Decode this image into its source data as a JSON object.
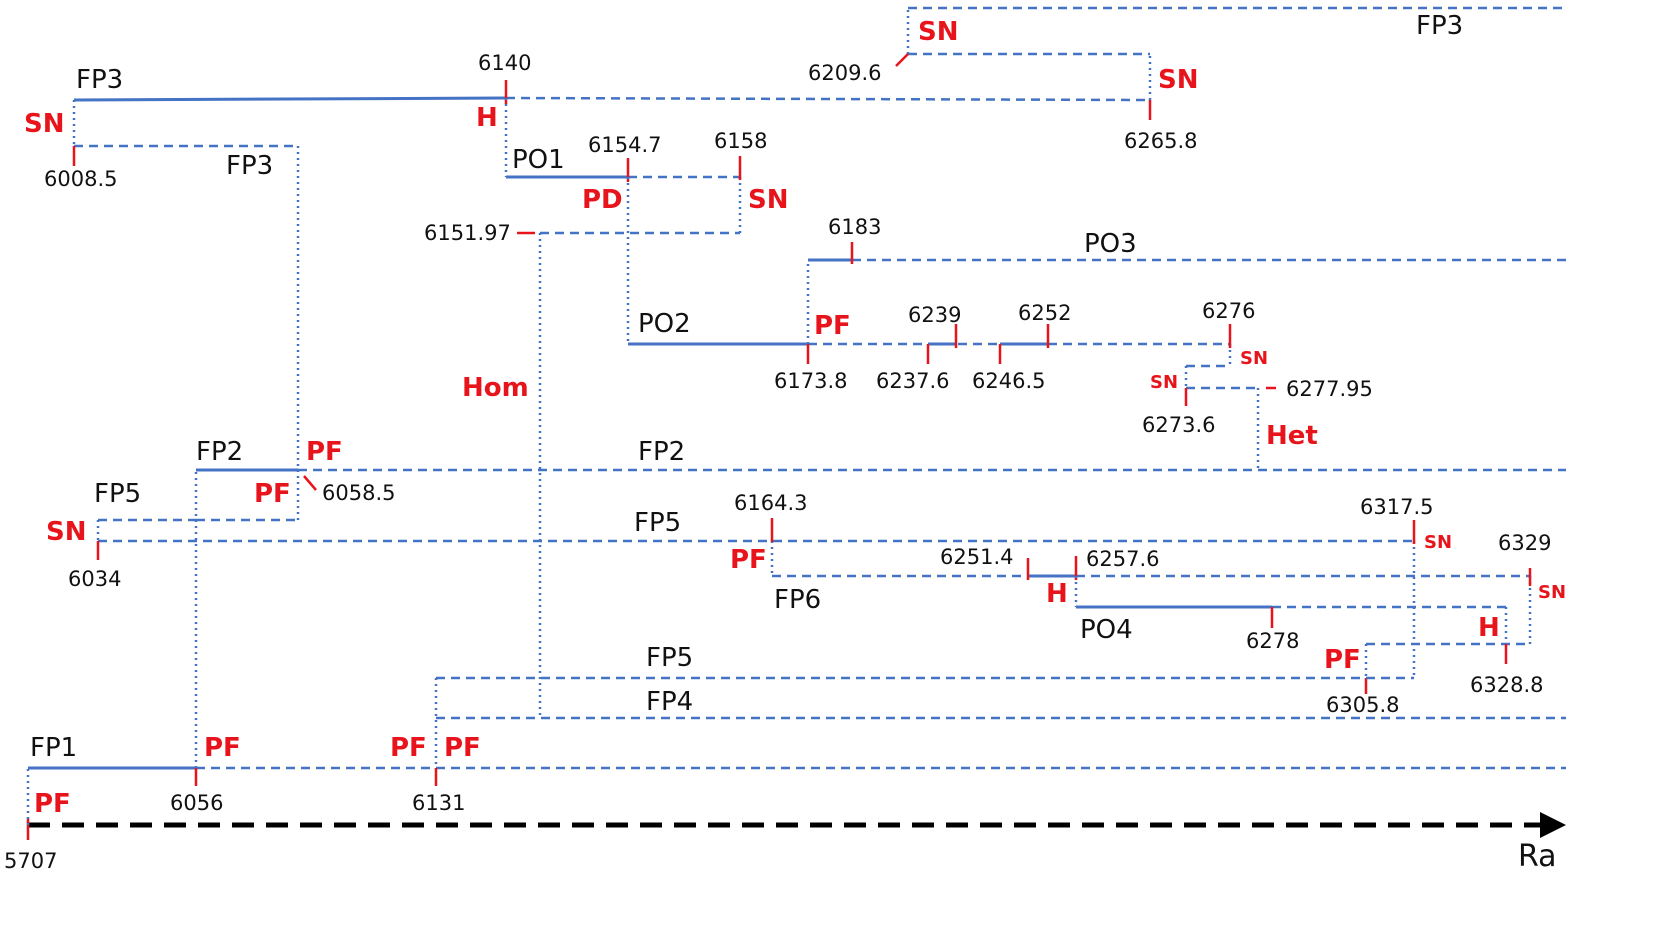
{
  "axis": {
    "label": "Ra",
    "origin_value": "5707"
  },
  "branch_labels": {
    "fp3_left": "FP3",
    "fp3_mid": "FP3",
    "fp3_top_right": "FP3",
    "po1": "PO1",
    "po2": "PO2",
    "po3": "PO3",
    "po4": "PO4",
    "fp2_left": "FP2",
    "fp2_mid": "FP2",
    "fp5_left": "FP5",
    "fp5_mid": "FP5",
    "fp5_low": "FP5",
    "fp6": "FP6",
    "fp4": "FP4",
    "fp1": "FP1"
  },
  "bifurcations": {
    "sn_fp3_left": "SN",
    "h_6140": "H",
    "sn_6209": "SN",
    "sn_6265": "SN",
    "pd_6154": "PD",
    "sn_6158": "SN",
    "pf_6173": "PF",
    "sn_6276": "SN",
    "sn_6273": "SN",
    "hom": "Hom",
    "het": "Het",
    "pf_fp2_upper": "PF",
    "pf_fp2_lower": "PF",
    "sn_6034": "SN",
    "pf_6164": "PF",
    "sn_6317": "SN",
    "sn_6329": "SN",
    "h_6257": "H",
    "h_6328": "H",
    "pf_6305": "PF",
    "pf_6056": "PF",
    "pf_6131_left": "PF",
    "pf_6131_right": "PF",
    "pf_5707": "PF"
  },
  "ra_values": {
    "v6008_5": "6008.5",
    "v6140": "6140",
    "v6209_6": "6209.6",
    "v6265_8": "6265.8",
    "v6154_7": "6154.7",
    "v6158": "6158",
    "v6151_97": "6151.97",
    "v6183": "6183",
    "v6173_8": "6173.8",
    "v6239": "6239",
    "v6237_6": "6237.6",
    "v6252": "6252",
    "v6246_5": "6246.5",
    "v6276": "6276",
    "v6277_95": "6277.95",
    "v6273_6": "6273.6",
    "v6058_5": "6058.5",
    "v6034": "6034",
    "v6164_3": "6164.3",
    "v6317_5": "6317.5",
    "v6329": "6329",
    "v6251_4": "6251.4",
    "v6257_6": "6257.6",
    "v6278": "6278",
    "v6328_8": "6328.8",
    "v6305_8": "6305.8",
    "v6056": "6056",
    "v6131": "6131"
  }
}
